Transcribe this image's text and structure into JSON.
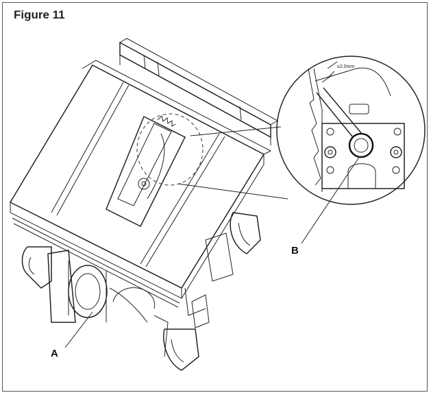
{
  "figure": {
    "title": "Figure 11",
    "callouts": {
      "a": "A",
      "b": "B"
    },
    "detail_scale_text": "≤2.0mm"
  },
  "colors": {
    "line": "#222222",
    "background": "#ffffff",
    "frame": "#555555"
  }
}
